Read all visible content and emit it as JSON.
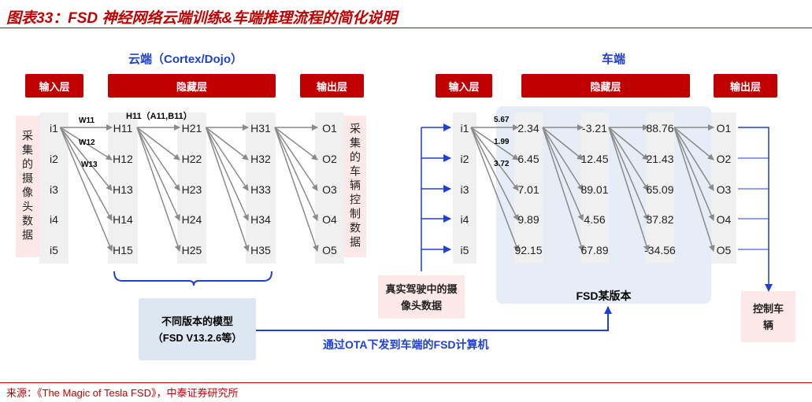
{
  "title": "图表33：FSD 神经网络云端训练&车端推理流程的简化说明",
  "source": "来源：《The Magic of Tesla FSD》，中泰证券研究所",
  "cloud": {
    "heading": "云端（Cortex/Dojo）",
    "headers": {
      "input": "输入层",
      "hidden": "隐藏层",
      "output": "输出层"
    },
    "input_label": "采集的摄像头数据",
    "output_label": "采集的车辆控制数据",
    "inputs": [
      "i1",
      "i2",
      "i3",
      "i4",
      "i5"
    ],
    "h1": [
      "H11",
      "H12",
      "H13",
      "H14",
      "H15"
    ],
    "h2": [
      "H21",
      "H22",
      "H23",
      "H24",
      "H25"
    ],
    "h3": [
      "H31",
      "H32",
      "H33",
      "H34",
      "H35"
    ],
    "outputs": [
      "O1",
      "O2",
      "O3",
      "O4",
      "O5"
    ],
    "weights": [
      "W11",
      "W12",
      "W13"
    ],
    "node_note": "H11（A11,B11）",
    "model_box": {
      "line1": "不同版本的模型",
      "line2": "（FSD V13.2.6等）"
    },
    "ota_label": "通过OTA下发到车端的FSD计算机"
  },
  "vehicle": {
    "heading": "车端",
    "headers": {
      "input": "输入层",
      "hidden": "隐藏层",
      "output": "输出层"
    },
    "input_label": "真实驾驶中的摄像头数据",
    "output_label": "控制车辆",
    "inputs": [
      "i1",
      "i2",
      "i3",
      "i4",
      "i5"
    ],
    "h1": [
      "2.34",
      "6.45",
      "7.01",
      "9.89",
      "92.15"
    ],
    "h2": [
      "-3.21",
      "12.45",
      "89.01",
      "4.56",
      "67.89"
    ],
    "h3": [
      "88.76",
      "21.43",
      "65.09",
      "37.82",
      "-34.56"
    ],
    "outputs": [
      "O1",
      "O2",
      "O3",
      "O4",
      "O5"
    ],
    "weights": [
      "5.67",
      "1.99",
      "3.72"
    ],
    "version_label": "FSD某版本"
  },
  "colors": {
    "accent": "#c00000",
    "flow": "#1f3fd8",
    "arrow": "#8a8a8a",
    "column": "#f0f0f0",
    "panel": "#e6edf6",
    "pink": "#fce9e7"
  }
}
